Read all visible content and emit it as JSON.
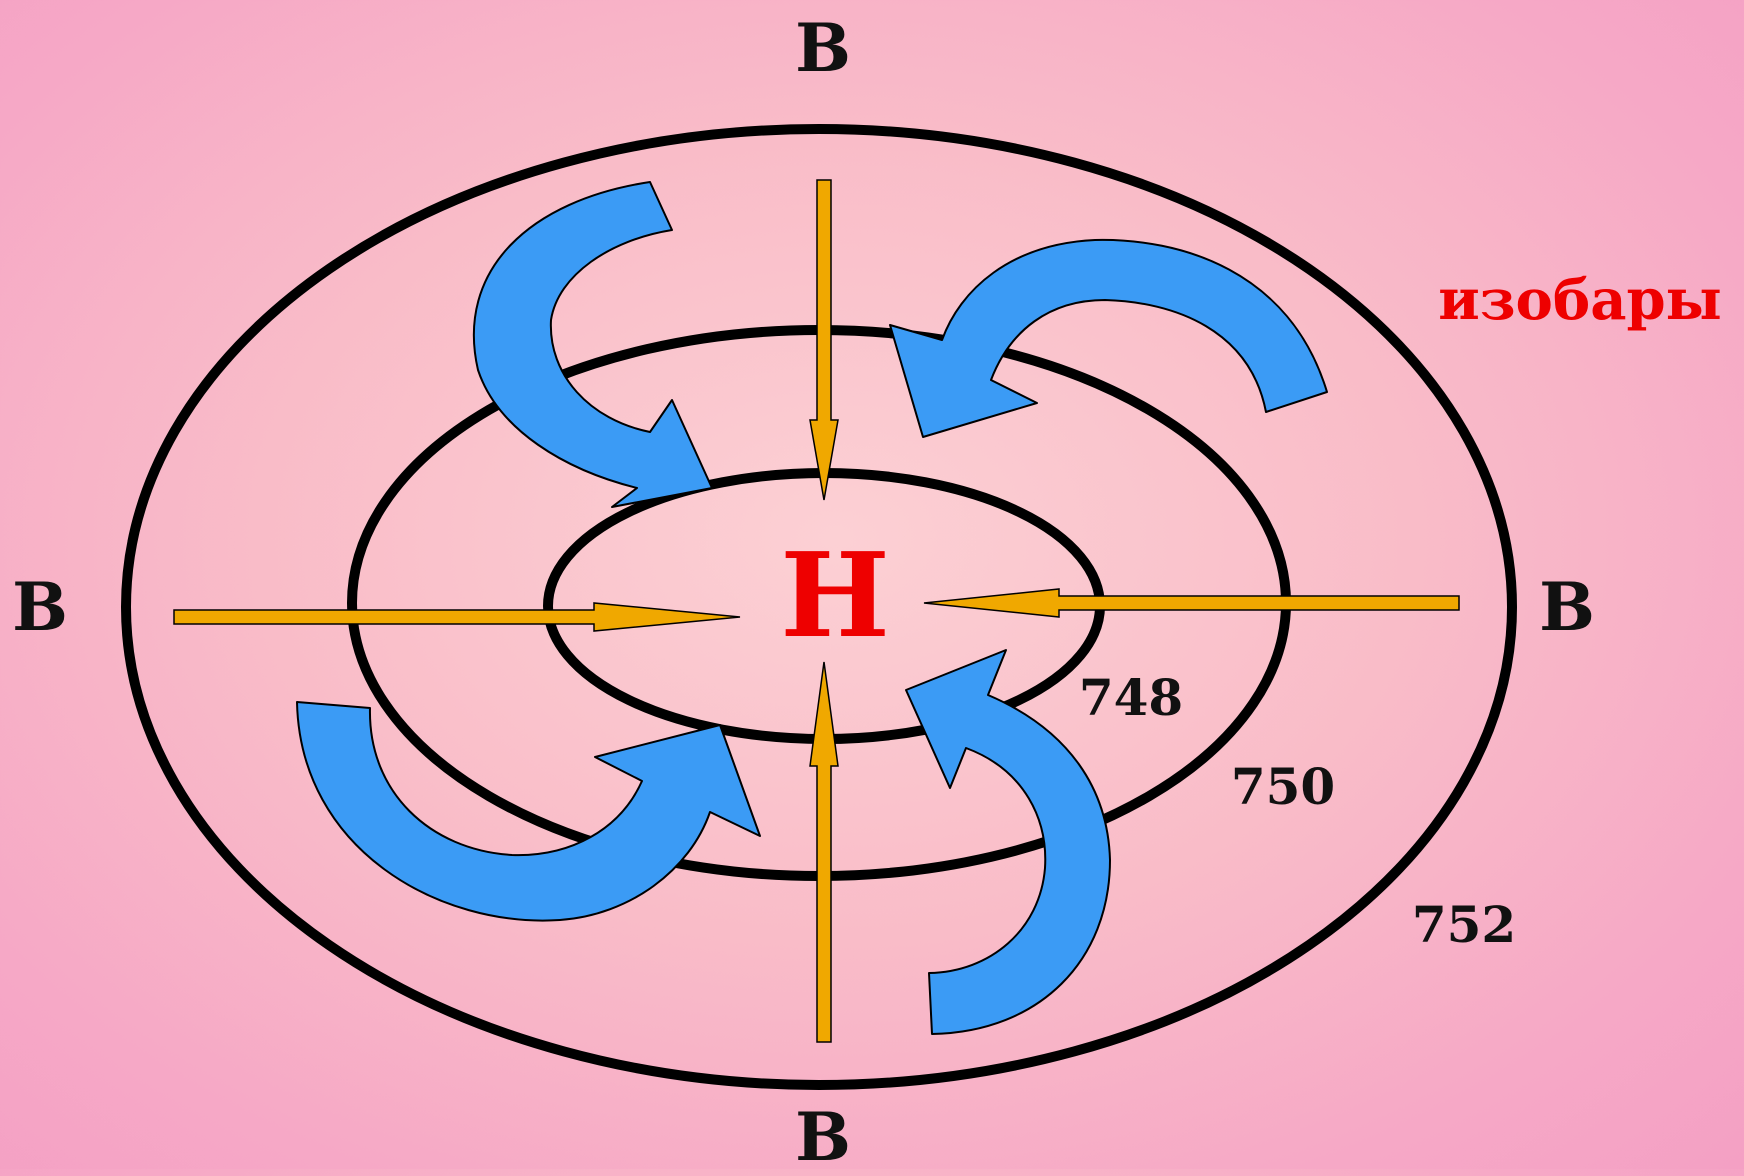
{
  "labels": {
    "low_center": "Н",
    "high_top": "В",
    "high_left": "В",
    "high_right": "В",
    "high_bottom": "В",
    "caption": "изобары"
  },
  "isobars": [
    {
      "value": "748"
    },
    {
      "value": "750"
    },
    {
      "value": "752"
    }
  ],
  "colors": {
    "low_label": "#ee0000",
    "caption": "#ee0000",
    "isobar_line": "#000000",
    "radial_arrow": "#f0a800",
    "swirl_arrow": "#3b9bf5"
  }
}
